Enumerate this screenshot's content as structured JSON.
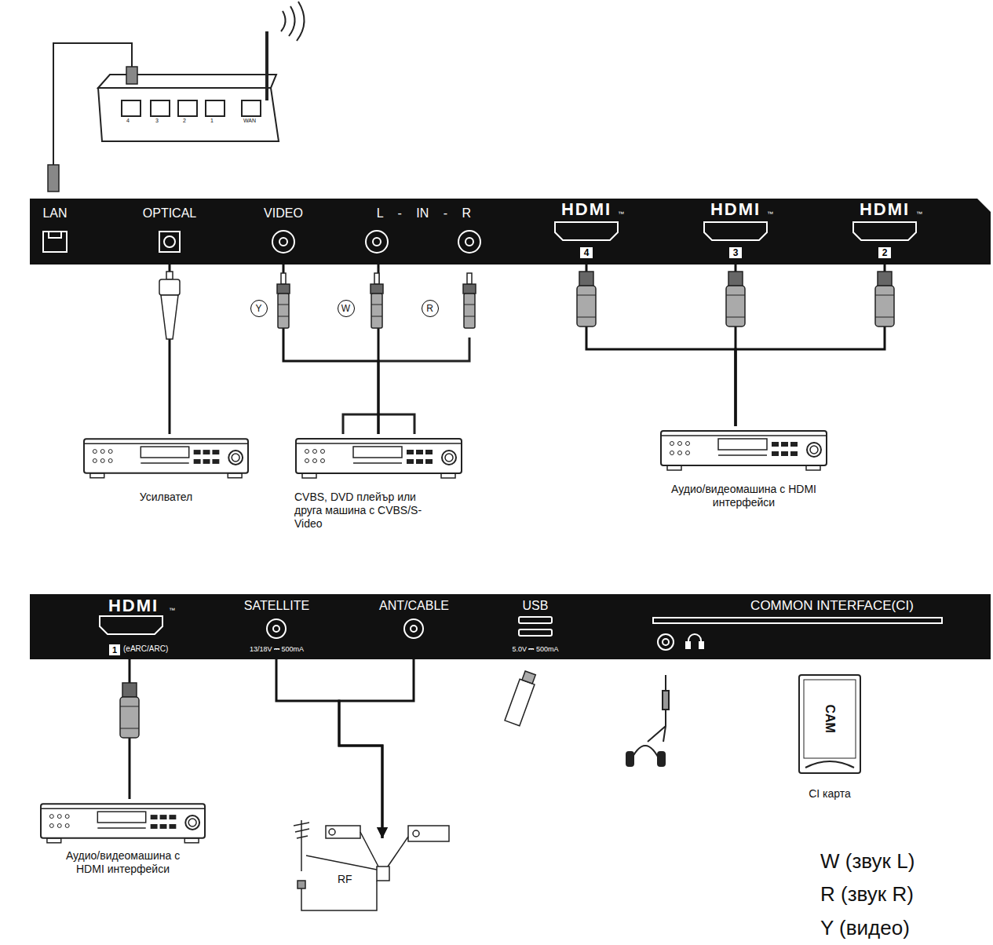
{
  "diagram": {
    "nodes": [
      {
        "text": [
          "LAN"
        ]
      },
      {
        "text": [
          "OPTICAL"
        ]
      },
      {
        "text": [
          "VIDEO"
        ]
      },
      {
        "text": [
          "L - IN - R"
        ]
      },
      {
        "text": [
          "HDMI",
          "™",
          "4"
        ]
      },
      {
        "text": [
          "HDMI",
          "™",
          "3"
        ]
      },
      {
        "text": [
          "HDMI",
          "™",
          "2"
        ]
      },
      {
        "text": [
          "Y"
        ]
      },
      {
        "text": [
          "W"
        ]
      },
      {
        "text": [
          "R"
        ]
      },
      {
        "text": [
          "Усилвател"
        ]
      },
      {
        "text": [
          "CVBS, DVD плейър или друга машина с CVBS/S-Video"
        ]
      },
      {
        "text": [
          "Аудио/видеомашина с HDMI интерфейси"
        ]
      },
      {
        "text": [
          "HDMI",
          "™",
          "1",
          "(eARC/ARC)"
        ]
      },
      {
        "text": [
          "SATELLITE",
          "13/18V ⎓ 500mA"
        ]
      },
      {
        "text": [
          "ANT/CABLE"
        ]
      },
      {
        "text": [
          "USB",
          "5.0V ⎓ 500mA"
        ]
      },
      {
        "text": [
          "COMMON INTERFACE(CI)"
        ]
      },
      {
        "text": [
          "Аудио/видеомашина с HDMI интерфейси"
        ]
      },
      {
        "text": [
          "RF"
        ]
      },
      {
        "text": [
          "CAM",
          "CI карта"
        ]
      }
    ],
    "edges": [
      {
        "from": 1,
        "to": 10,
        "arrow": "none"
      },
      {
        "from": 2,
        "to": 11,
        "arrow": "none"
      },
      {
        "from": 3,
        "to": 11,
        "arrow": "none"
      },
      {
        "from": 4,
        "to": 12,
        "arrow": "none"
      },
      {
        "from": 5,
        "to": 12,
        "arrow": "none"
      },
      {
        "from": 6,
        "to": 12,
        "arrow": "none"
      },
      {
        "from": 13,
        "to": 18,
        "arrow": "none"
      },
      {
        "from": 14,
        "to": 19,
        "arrow": "to"
      },
      {
        "from": 15,
        "to": 19,
        "arrow": "to"
      }
    ],
    "labels": [
      "4",
      "3",
      "2",
      "1",
      "WAN",
      "W (звук L)",
      "R (звук R)",
      "Y (видео)"
    ]
  }
}
